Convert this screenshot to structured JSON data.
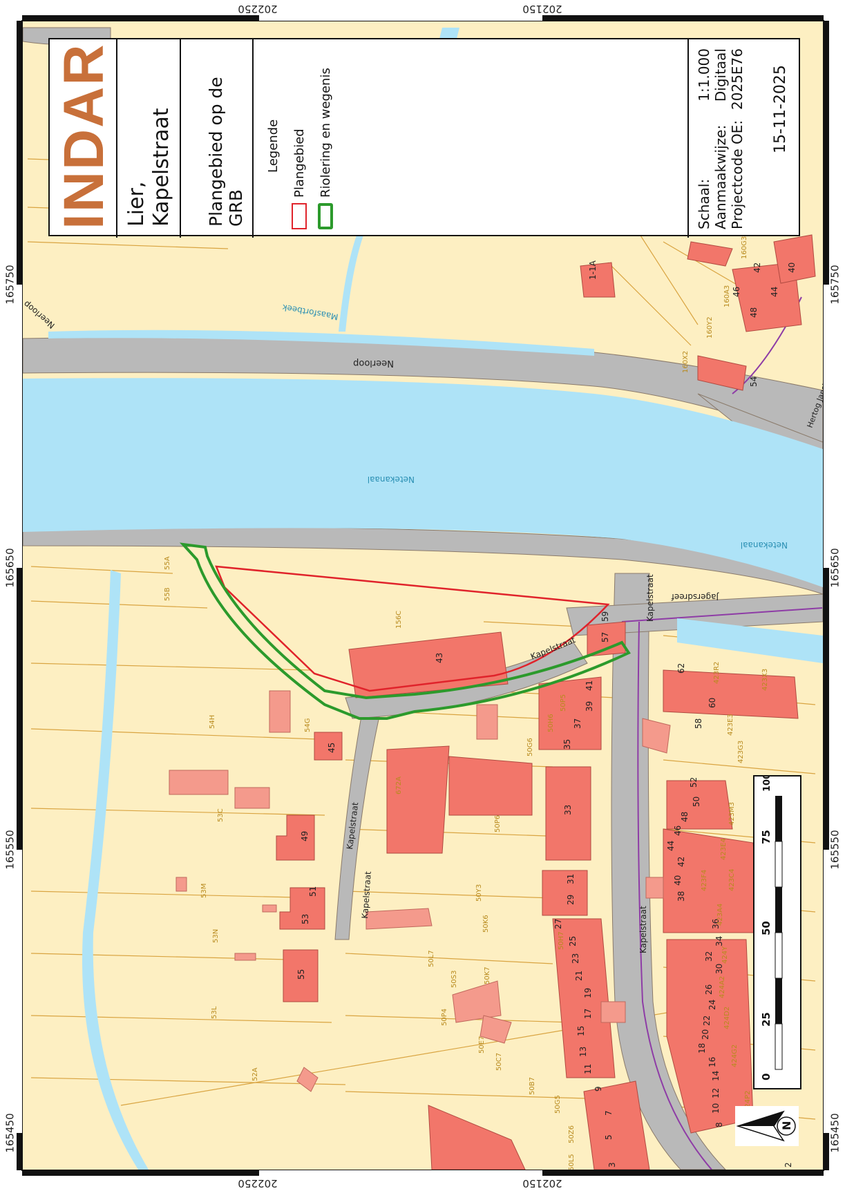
{
  "map": {
    "coordinates_top": [
      "202250",
      "202150"
    ],
    "coordinates_bottom": [
      "202250",
      "202150"
    ],
    "coordinates_left": [
      "165750",
      "165650",
      "165550",
      "165450"
    ],
    "coordinates_right": [
      "165750",
      "165650",
      "165550",
      "165450"
    ]
  },
  "title_block": {
    "logo": "INDAR",
    "place_line1": "Lier,",
    "place_line2": "Kapelstraat",
    "title": "Plangebied op de GRB",
    "legend_title": "Legende",
    "legend": [
      {
        "label": "Plangebied",
        "color": "#e0232b",
        "style": "outline"
      },
      {
        "label": "Riolering en wegenis",
        "color": "#2c9a2c",
        "style": "thick-outline"
      }
    ],
    "meta": [
      {
        "label": "Schaal:",
        "value": "1:1.000"
      },
      {
        "label": "Aanmaakwijze:",
        "value": "Digitaal"
      },
      {
        "label": "Projectcode OE:",
        "value": "2025E76"
      }
    ],
    "date": "15-11-2025"
  },
  "scale_bar": {
    "ticks": [
      "0",
      "25",
      "50",
      "75",
      "100 m"
    ]
  },
  "north_arrow": {
    "label": "N"
  },
  "streets": [
    "Neerloop",
    "Neerloop",
    "Netekanaal",
    "Netekanaal",
    "Maasfortbeek",
    "Jagersdreef",
    "Kapelstraat",
    "Kapelstraat",
    "Kapelstraat",
    "Kapelstraat",
    "Kapelstraat",
    "Hertog Janstraat"
  ],
  "house_numbers": [
    "1-1A",
    "54",
    "48",
    "46",
    "44",
    "42",
    "40",
    "43",
    "57",
    "59",
    "62",
    "58",
    "60",
    "41",
    "39",
    "37",
    "35",
    "45",
    "33",
    "49",
    "51",
    "53",
    "55",
    "52",
    "50",
    "48",
    "46",
    "44",
    "42",
    "40",
    "38",
    "36",
    "34",
    "32",
    "30",
    "26",
    "24",
    "22",
    "20",
    "18",
    "16",
    "14",
    "12",
    "10",
    "8",
    "31",
    "29",
    "27",
    "25",
    "23",
    "21",
    "19",
    "17",
    "15",
    "13",
    "11",
    "9",
    "7",
    "5",
    "3",
    "2"
  ],
  "parcels": [
    "160X2",
    "160Y2",
    "160A3",
    "160G3",
    "55A",
    "55B",
    "156C",
    "54G",
    "54H",
    "53C",
    "53M",
    "53N",
    "53L",
    "52A",
    "50H6",
    "50P5",
    "50G6",
    "672A",
    "50P6",
    "50Y3",
    "50K6",
    "50H7",
    "50L7",
    "50S3",
    "50K7",
    "50P4",
    "50E7",
    "50C7",
    "50B7",
    "50G5",
    "50Z6",
    "50L5",
    "423R2",
    "423X3",
    "423E3",
    "423G3",
    "423M3",
    "423E4",
    "423C4",
    "423F4",
    "423A4",
    "424Y",
    "424A2",
    "424D2",
    "424G2",
    "424P2"
  ],
  "colors": {
    "parcel": "#fdefc2",
    "building": "#f2766a",
    "building_annex": "#f49a8c",
    "road": "#b9b9b9",
    "water": "#aee3f7",
    "cadastral_line": "#d9a441",
    "plan_area": "#e0232b",
    "sewer_road": "#2c9a2c",
    "label_parcel": "#b88a1e",
    "label_water": "#2a8fb3"
  }
}
